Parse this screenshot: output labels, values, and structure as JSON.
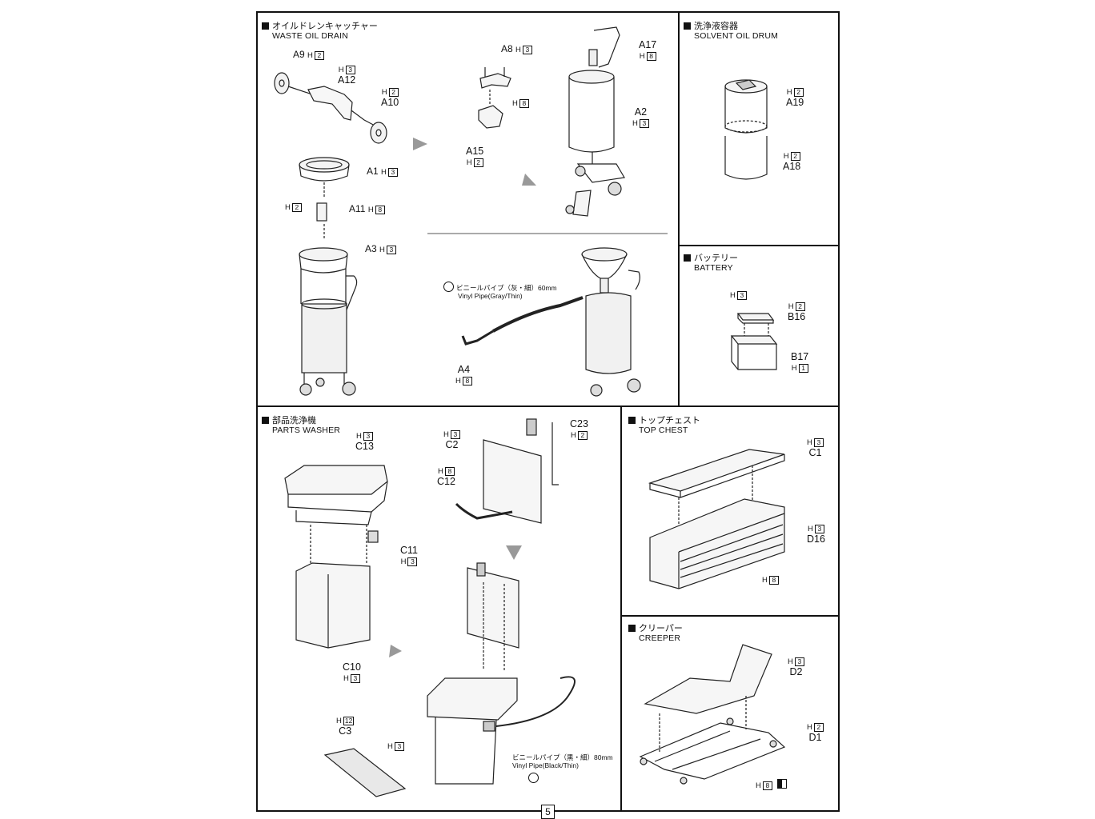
{
  "page_number": "5",
  "sections": {
    "waste_oil": {
      "title_jp": "オイルドレンキャッチャー",
      "title_en": "WASTE OIL DRAIN",
      "labels": {
        "a9": {
          "part": "A9",
          "ref": "H",
          "num": "2"
        },
        "a12": {
          "part": "A12",
          "ref": "H",
          "num": "3"
        },
        "a10": {
          "part": "A10",
          "ref": "H",
          "num": "2"
        },
        "a8": {
          "part": "A8",
          "ref": "H",
          "num": "3"
        },
        "a8_h8": {
          "ref": "H",
          "num": "8"
        },
        "a15": {
          "part": "A15",
          "ref": "H",
          "num": "2"
        },
        "a17": {
          "part": "A17",
          "ref": "H",
          "num": "8"
        },
        "a2": {
          "part": "A2",
          "ref": "H",
          "num": "3"
        },
        "a1": {
          "part": "A1",
          "ref": "H",
          "num": "3"
        },
        "a11": {
          "part": "A11",
          "ref": "H",
          "num": "8"
        },
        "a11_h2": {
          "ref": "H",
          "num": "2"
        },
        "a3": {
          "part": "A3",
          "ref": "H",
          "num": "3"
        },
        "a4": {
          "part": "A4",
          "ref": "H",
          "num": "8"
        }
      },
      "vinyl_pipe_jp": "ビニールパイプ（灰・細）60mm",
      "vinyl_pipe_en": "Vinyl Pipe(Gray/Thin)"
    },
    "solvent": {
      "title_jp": "洗浄液容器",
      "title_en": "SOLVENT OIL DRUM",
      "labels": {
        "a19": {
          "part": "A19",
          "ref": "H",
          "num": "2"
        },
        "a18": {
          "part": "A18",
          "ref": "H",
          "num": "2"
        }
      }
    },
    "battery": {
      "title_jp": "バッテリー",
      "title_en": "BATTERY",
      "labels": {
        "b16_top": {
          "ref": "H",
          "num": "3"
        },
        "b16": {
          "part": "B16",
          "ref": "H",
          "num": "2"
        },
        "b17": {
          "part": "B17",
          "ref": "H",
          "num": "1"
        }
      }
    },
    "parts_washer": {
      "title_jp": "部品洗浄機",
      "title_en": "PARTS WASHER",
      "labels": {
        "c13": {
          "part": "C13",
          "ref": "H",
          "num": "3"
        },
        "c2": {
          "part": "C2",
          "ref": "H",
          "num": "3"
        },
        "c23": {
          "part": "C23",
          "ref": "H",
          "num": "2"
        },
        "c12": {
          "part": "C12",
          "ref": "H",
          "num": "8"
        },
        "c11": {
          "part": "C11",
          "ref": "H",
          "num": "3"
        },
        "c10": {
          "part": "C10",
          "ref": "H",
          "num": "3"
        },
        "c3": {
          "part": "C3",
          "ref": "H",
          "num": "12"
        },
        "c3_h3": {
          "ref": "H",
          "num": "3"
        }
      },
      "vinyl_pipe_jp": "ビニールパイプ（黒・細）80mm",
      "vinyl_pipe_en": "Vinyl Pipe(Black/Thin)"
    },
    "top_chest": {
      "title_jp": "トップチェスト",
      "title_en": "TOP CHEST",
      "labels": {
        "c1": {
          "part": "C1",
          "ref": "H",
          "num": "3"
        },
        "d16": {
          "part": "D16",
          "ref": "H",
          "num": "3"
        },
        "d16_h8": {
          "ref": "H",
          "num": "8"
        }
      }
    },
    "creeper": {
      "title_jp": "クリーパー",
      "title_en": "CREEPER",
      "labels": {
        "d2": {
          "part": "D2",
          "ref": "H",
          "num": "3"
        },
        "d1": {
          "part": "D1",
          "ref": "H",
          "num": "2"
        },
        "h8": {
          "ref": "H",
          "num": "8"
        }
      }
    }
  }
}
